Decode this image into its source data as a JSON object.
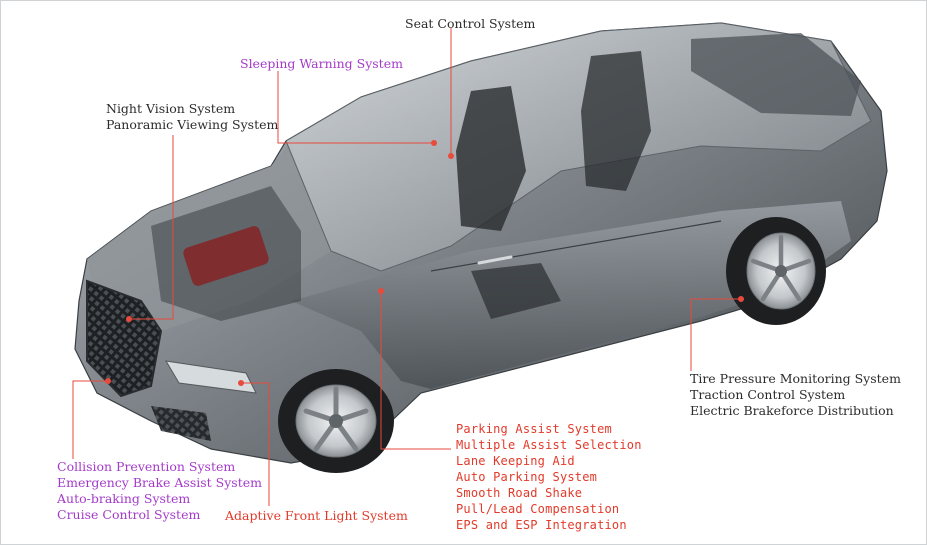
{
  "colors": {
    "leader_line": "#e84a3c",
    "text_dark": "#2b2b2b",
    "text_purple": "#a43bc9",
    "text_red": "#e23a2a"
  },
  "labels": {
    "seat_control": "Seat Control System",
    "sleeping_warning": "Sleeping Warning System",
    "night_vision": [
      "Night Vision System",
      "Panoramic  Viewing System"
    ],
    "tire_pressure": [
      "Tire Pressure Monitoring System",
      "Traction Control System",
      "Electric Brakeforce Distribution"
    ],
    "parking_assist": [
      "Parking Assist System",
      "Multiple  Assist Selection",
      "Lane Keeping Aid",
      "Auto Parking System",
      "Smooth Road Shake",
      "Pull/Lead Compensation",
      "EPS and ESP Integration"
    ],
    "collision": [
      "Collision Prevention System",
      "Emergency Brake Assist System",
      "Auto-braking System",
      "Cruise Control System"
    ],
    "front_light": "Adaptive Front Light System"
  }
}
